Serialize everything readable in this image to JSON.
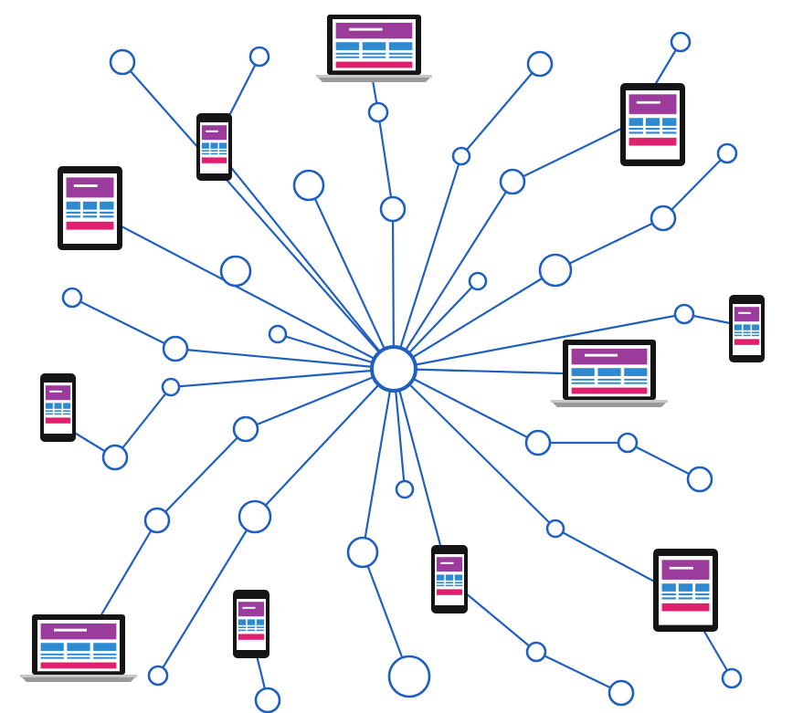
{
  "diagram": {
    "hub": "hub-node",
    "device_types": [
      "laptop",
      "tablet",
      "phone"
    ],
    "colors": {
      "line": "#1f5fbf",
      "device_frame": "#111111",
      "screen_header": "#9b3c9c",
      "screen_cards": "#2d8ad0",
      "screen_footer": "#e0206f",
      "laptop_base": "#9a9a9a"
    }
  }
}
